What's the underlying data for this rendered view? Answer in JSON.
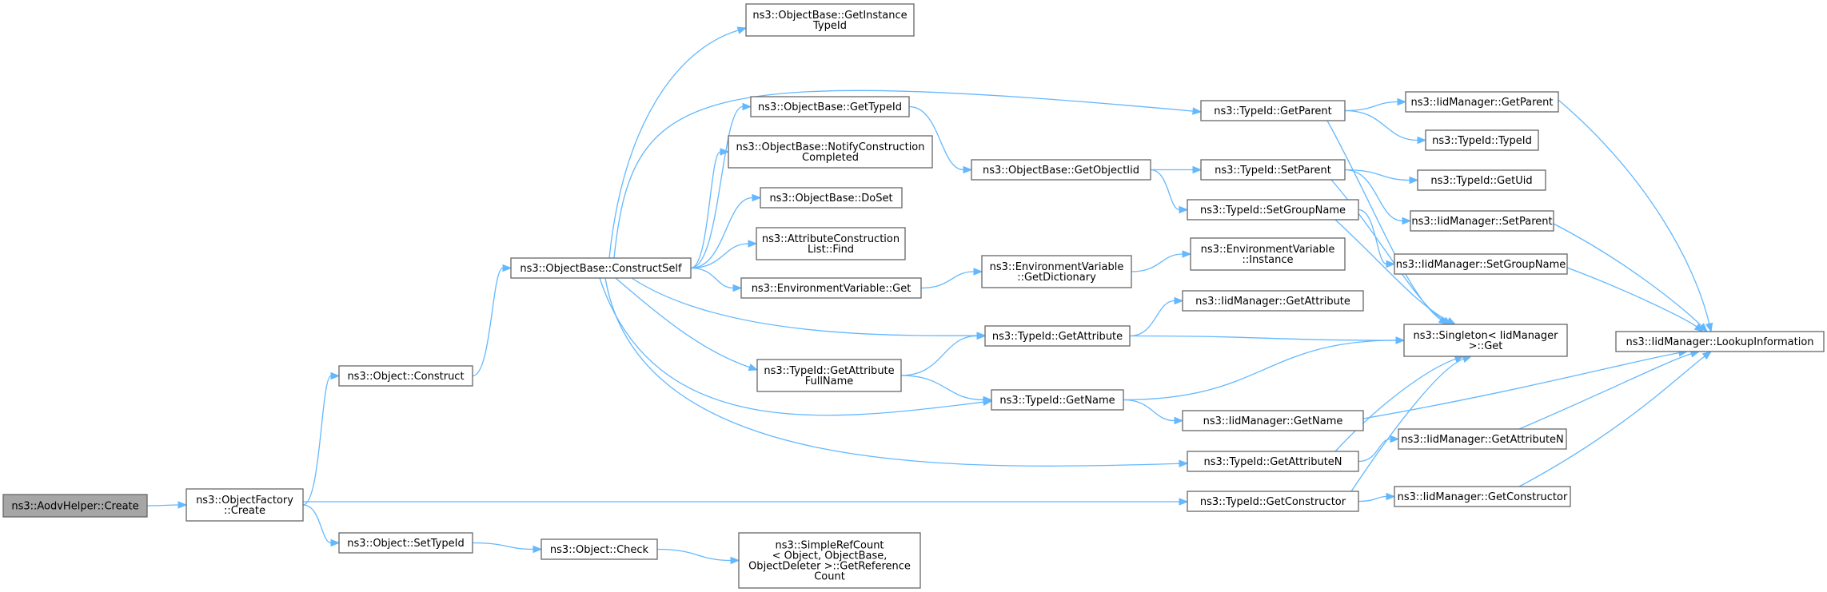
{
  "colors": {
    "edge": "#63b8ff",
    "node_border": "#666666",
    "root_fill": "#a6a6a6",
    "node_fill": "#ffffff"
  },
  "nodes": {
    "aodv_create": [
      "ns3::AodvHelper::Create"
    ],
    "objectfactory_create": [
      "ns3::ObjectFactory",
      "::Create"
    ],
    "object_construct": [
      "ns3::Object::Construct"
    ],
    "object_settypeid": [
      "ns3::Object::SetTypeId"
    ],
    "objectbase_constructself": [
      "ns3::ObjectBase::ConstructSelf"
    ],
    "object_check": [
      "ns3::Object::Check"
    ],
    "simplerefcount_getreferencecount": [
      "ns3::SimpleRefCount",
      "< Object, ObjectBase,",
      " ObjectDeleter >::GetReference",
      "Count"
    ],
    "objectbase_getinstancetypeid": [
      "ns3::ObjectBase::GetInstance",
      "TypeId"
    ],
    "objectbase_gettypeid": [
      "ns3::ObjectBase::GetTypeId"
    ],
    "objectbase_notifyconstructioncompleted": [
      "ns3::ObjectBase::NotifyConstruction",
      "Completed"
    ],
    "objectbase_doset": [
      "ns3::ObjectBase::DoSet"
    ],
    "attributeconstructionlist_find": [
      "ns3::AttributeConstruction",
      "List::Find"
    ],
    "environmentvariable_get": [
      "ns3::EnvironmentVariable::Get"
    ],
    "typeid_getattributefullname": [
      "ns3::TypeId::GetAttribute",
      "FullName"
    ],
    "objectbase_getobjectiid": [
      "ns3::ObjectBase::GetObjectIid"
    ],
    "environmentvariable_getdictionary": [
      "ns3::EnvironmentVariable",
      "::GetDictionary"
    ],
    "typeid_getattribute": [
      "ns3::TypeId::GetAttribute"
    ],
    "typeid_getname": [
      "ns3::TypeId::GetName"
    ],
    "typeid_getparent": [
      "ns3::TypeId::GetParent"
    ],
    "typeid_setparent": [
      "ns3::TypeId::SetParent"
    ],
    "typeid_setgroupname": [
      "ns3::TypeId::SetGroupName"
    ],
    "environmentvariable_instance": [
      "ns3::EnvironmentVariable",
      "::Instance"
    ],
    "iidmanager_getattribute": [
      "ns3::IidManager::GetAttribute"
    ],
    "iidmanager_getname": [
      "ns3::IidManager::GetName"
    ],
    "typeid_getattributen": [
      "ns3::TypeId::GetAttributeN"
    ],
    "typeid_getconstructor": [
      "ns3::TypeId::GetConstructor"
    ],
    "iidmanager_getparent": [
      "ns3::IidManager::GetParent"
    ],
    "typeid_typeid": [
      "ns3::TypeId::TypeId"
    ],
    "typeid_getuid": [
      "ns3::TypeId::GetUid"
    ],
    "iidmanager_setparent": [
      "ns3::IidManager::SetParent"
    ],
    "iidmanager_setgroupname": [
      "ns3::IidManager::SetGroupName"
    ],
    "singleton_get": [
      "ns3::Singleton< IidManager",
      " >::Get"
    ],
    "iidmanager_getattributen": [
      "ns3::IidManager::GetAttributeN"
    ],
    "iidmanager_getconstructor": [
      "ns3::IidManager::GetConstructor"
    ],
    "iidmanager_lookupinformation": [
      "ns3::IidManager::LookupInformation"
    ]
  }
}
